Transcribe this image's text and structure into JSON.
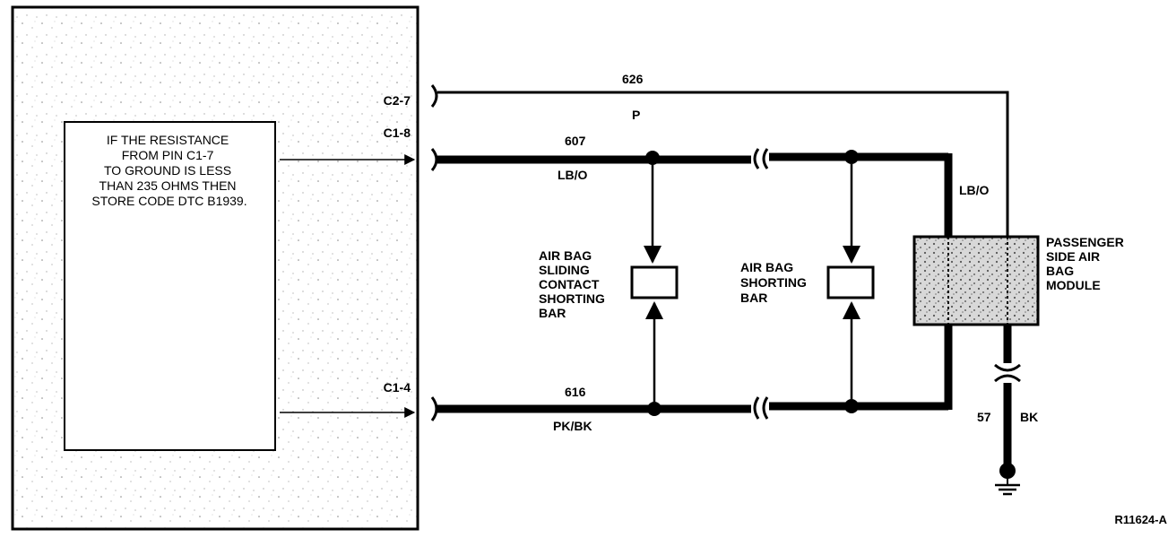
{
  "diagram": {
    "note_lines": [
      "IF THE RESISTANCE",
      "FROM PIN C1-7",
      "TO GROUND IS LESS",
      "THAN 235 OHMS THEN",
      "STORE CODE DTC B1939."
    ],
    "pins": {
      "c2_7": "C2-7",
      "c1_8": "C1-8",
      "c1_4": "C1-4"
    },
    "wires": {
      "w626": {
        "number": "626",
        "color": "P"
      },
      "w607": {
        "number": "607",
        "color": "LB/O"
      },
      "w616": {
        "number": "616",
        "color": "PK/BK"
      },
      "w_right": {
        "color": "LB/O"
      },
      "w57": {
        "number": "57",
        "color": "BK"
      }
    },
    "components": {
      "sliding_contact_lines": [
        "AIR BAG",
        "SLIDING",
        "CONTACT",
        "SHORTING",
        "BAR"
      ],
      "shorting_bar_lines": [
        "AIR BAG",
        "SHORTING",
        "BAR"
      ],
      "module_lines": [
        "PASSENGER",
        "SIDE AIR",
        "BAG",
        "MODULE"
      ]
    },
    "reference": "R11624-A"
  }
}
